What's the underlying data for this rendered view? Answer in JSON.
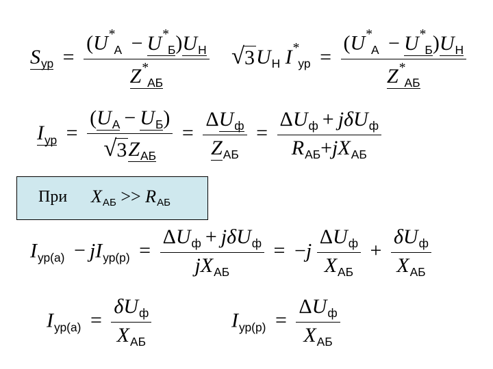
{
  "eq1": {
    "lhs_sym": "S",
    "lhs_sub": "ур",
    "U": "U",
    "UA_sub": "А",
    "UB_sub": "Б",
    "UN_sub": "Н",
    "star": "*",
    "minus": "−",
    "equals": "=",
    "den_sym": "Z",
    "den_sub": "АБ"
  },
  "eq2": {
    "root_arg": "3",
    "U": "U",
    "UN_sub": "Н",
    "I_sym": "I",
    "I_sub": "ур",
    "star": "*",
    "equals": "=",
    "UA_sub": "А",
    "UB_sub": "Б",
    "minus": "−",
    "den_sym": "Z",
    "den_sub": "АБ"
  },
  "eq3": {
    "lhs_sym": "I",
    "lhs_sub": "ур",
    "equals": "=",
    "U": "U",
    "UA_sub": "А",
    "UB_sub": "Б",
    "minus": "−",
    "root_arg": "3",
    "Z": "Z",
    "Z_sub": "АБ",
    "delta": "Δ",
    "phi_sub": "ф",
    "plus": "+",
    "j": "j",
    "small_delta": "δ",
    "R": "R",
    "R_sub": "АБ",
    "X": "X",
    "X_sub": "АБ"
  },
  "condition": {
    "label": "При",
    "X": "X",
    "X_sub": "АБ",
    "relation": ">>",
    "R": "R",
    "R_sub": "АБ"
  },
  "eq4": {
    "I": "I",
    "sub_a": "ур(а)",
    "sub_r": "ур(р)",
    "minus": "−",
    "j": "j",
    "equals": "=",
    "plus": "+",
    "delta": "Δ",
    "small_delta": "δ",
    "U": "U",
    "phi_sub": "ф",
    "X": "X",
    "X_sub": "АБ"
  },
  "eq5": {
    "I": "I",
    "sub": "ур(а)",
    "equals": "=",
    "small_delta": "δ",
    "U": "U",
    "phi_sub": "ф",
    "X": "X",
    "X_sub": "АБ"
  },
  "eq6": {
    "I": "I",
    "sub": "ур(р)",
    "equals": "=",
    "delta": "Δ",
    "U": "U",
    "phi_sub": "ф",
    "X": "X",
    "X_sub": "АБ"
  }
}
